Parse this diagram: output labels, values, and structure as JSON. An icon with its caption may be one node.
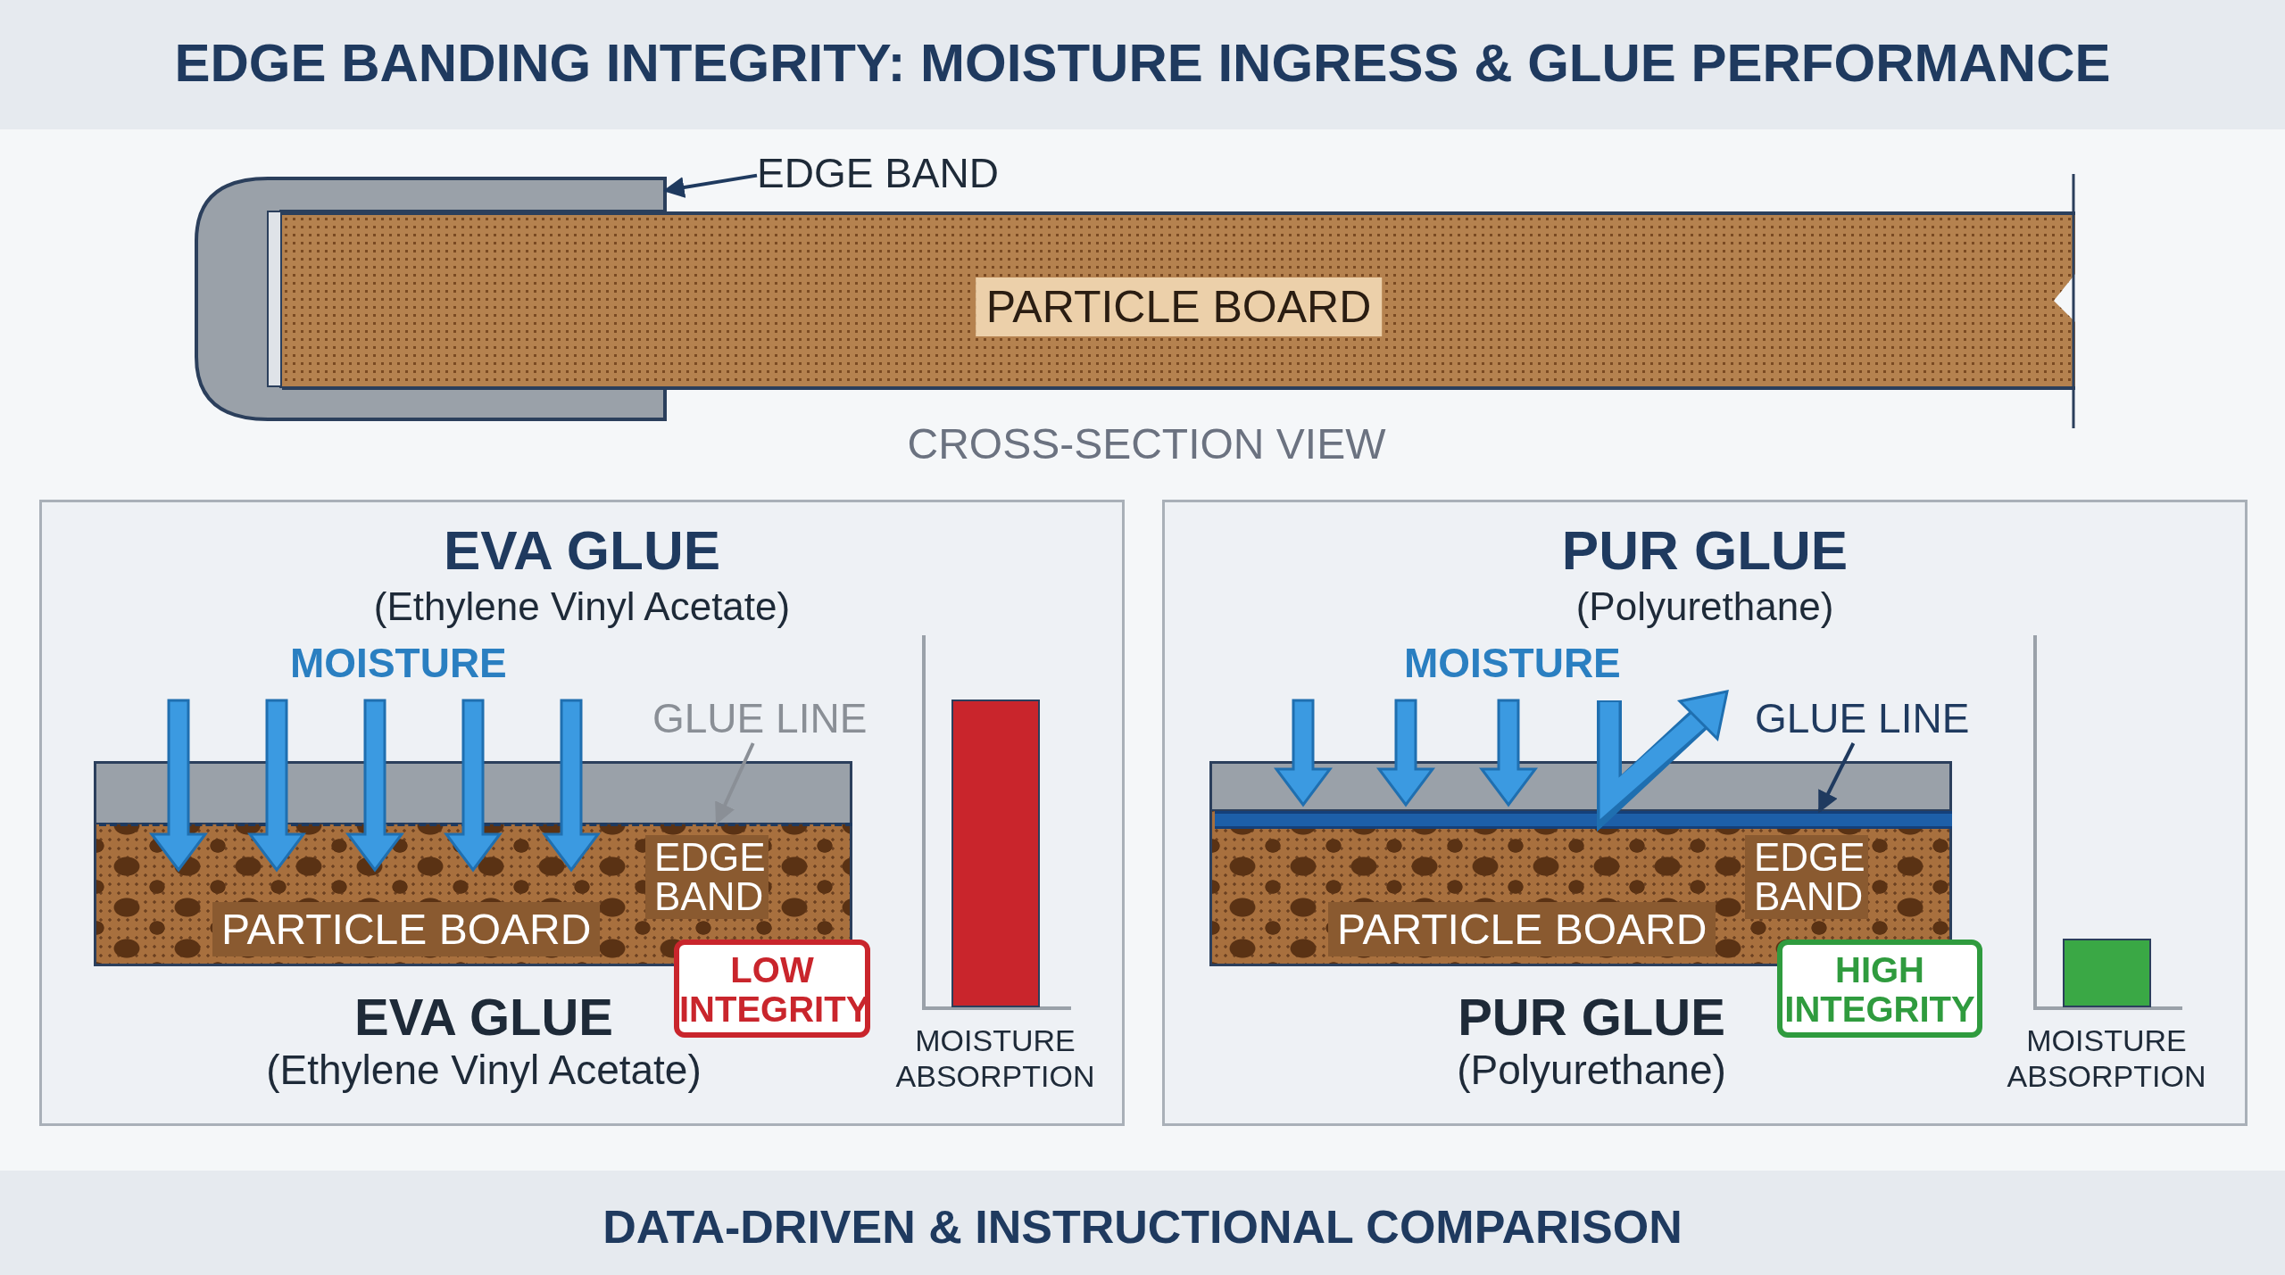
{
  "diagram": {
    "title": "EDGE BANDING INTEGRITY: MOISTURE INGRESS & GLUE PERFORMANCE",
    "caption": "DATA-DRIVEN & INSTRUCTIONAL COMPARISON",
    "nodes": [
      {
        "text": [
          "EDGE BAND"
        ]
      },
      {
        "text": [],
        "shape": "box"
      },
      {
        "text": [
          "PARTICLE BOARD"
        ],
        "beside": [
          "CROSS-SECTION VIEW"
        ]
      },
      {
        "text": [
          "EVA GLUE",
          "(Ethylene Vinyl Acetate)"
        ]
      },
      {
        "text": [
          "GLUE LINE"
        ],
        "in": 3
      },
      {
        "text": [
          "PARTICLE BOARD",
          "EDGE BAND"
        ],
        "in": 3
      },
      {
        "text": [],
        "shape": "bar",
        "in": 5
      },
      {
        "text": [
          "LOW INTEGRITY"
        ],
        "in": 3
      },
      {
        "text": [
          "PUR GLUE",
          "(Polyurethane)"
        ]
      },
      {
        "text": [
          "GLUE LINE"
        ],
        "in": 8
      },
      {
        "text": [
          "PARTICLE BOARD",
          "EDGE BAND"
        ],
        "in": 8
      },
      {
        "text": [],
        "shape": "bar",
        "in": 10
      },
      {
        "text": [
          "HIGH INTEGRITY"
        ],
        "in": 8
      }
    ],
    "edges": [
      {
        "from": 0,
        "to": 1,
        "arrow": "to"
      },
      {
        "from": 4,
        "to": 6,
        "arrow": "to",
        "color": "#8a8f96"
      },
      {
        "from": 9,
        "to": 11,
        "arrow": "to"
      }
    ],
    "labels": [
      "MOISTURE",
      "EVA GLUE",
      "(Ethylene Vinyl Acetate)",
      "MOISTURE ABSORPTION",
      "MOISTURE",
      "PUR GLUE",
      "(Polyurethane)",
      "MOISTURE ABSORPTION"
    ]
  }
}
